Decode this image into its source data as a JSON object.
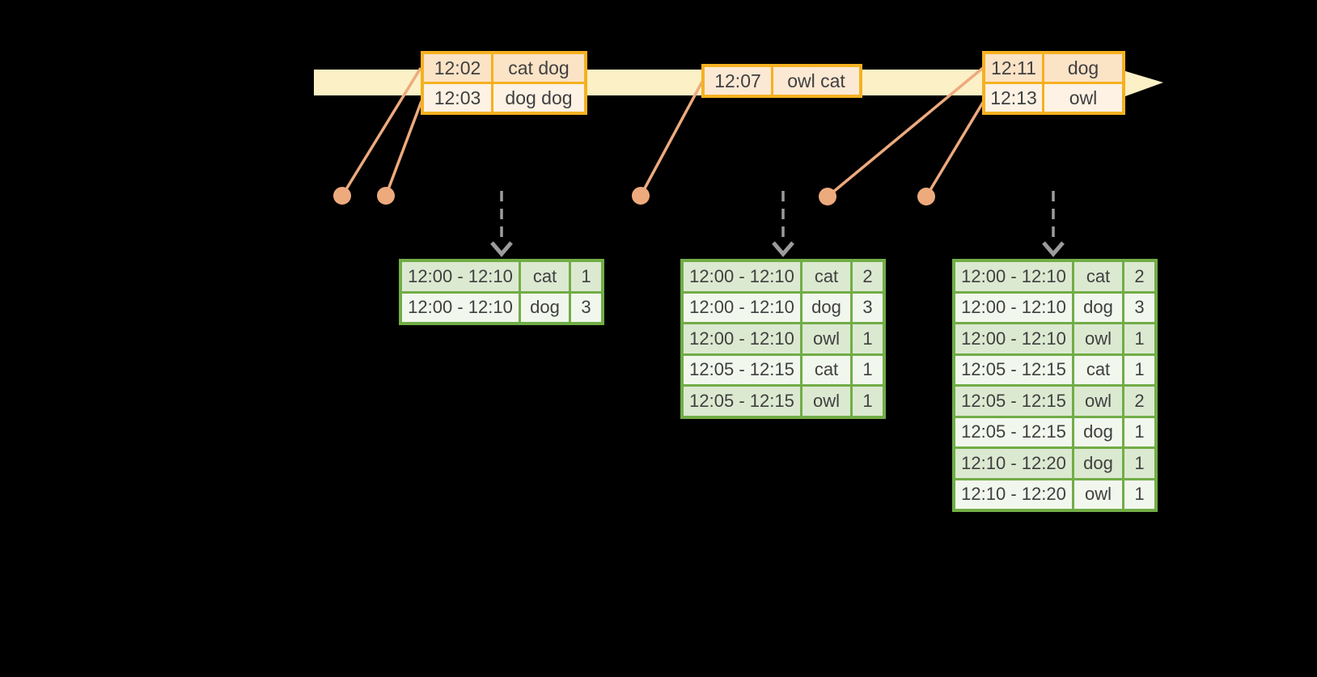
{
  "diagram": {
    "kind": "event-time windowed aggregation timeline",
    "colors": {
      "background": "#000000",
      "timeline_fill": "#fcf0c6",
      "event_table_border": "#f5b120",
      "event_row_dark": "#fbe3c6",
      "event_row_light": "#fdf2e4",
      "event_row_mid": "#fce9d4",
      "connector_orange": "#edaa7d",
      "trigger_arrow_gray": "#9c9c9c",
      "result_table_border": "#71ad47",
      "result_row_dark": "#dce9d1",
      "result_row_light": "#f2f7ee",
      "text": "#404040"
    },
    "event_boxes": [
      {
        "rows": [
          {
            "time": "12:02",
            "words": "cat dog"
          },
          {
            "time": "12:03",
            "words": "dog dog"
          }
        ]
      },
      {
        "rows": [
          {
            "time": "12:07",
            "words": "owl cat"
          }
        ]
      },
      {
        "rows": [
          {
            "time": "12:11",
            "words": "dog"
          },
          {
            "time": "12:13",
            "words": "owl"
          }
        ]
      }
    ],
    "result_tables": [
      {
        "rows": [
          {
            "window": "12:00 - 12:10",
            "word": "cat",
            "count": "1"
          },
          {
            "window": "12:00 - 12:10",
            "word": "dog",
            "count": "3"
          }
        ]
      },
      {
        "rows": [
          {
            "window": "12:00 - 12:10",
            "word": "cat",
            "count": "2"
          },
          {
            "window": "12:00 - 12:10",
            "word": "dog",
            "count": "3"
          },
          {
            "window": "12:00 - 12:10",
            "word": "owl",
            "count": "1"
          },
          {
            "window": "12:05 - 12:15",
            "word": "cat",
            "count": "1"
          },
          {
            "window": "12:05 - 12:15",
            "word": "owl",
            "count": "1"
          }
        ]
      },
      {
        "rows": [
          {
            "window": "12:00 - 12:10",
            "word": "cat",
            "count": "2"
          },
          {
            "window": "12:00 - 12:10",
            "word": "dog",
            "count": "3"
          },
          {
            "window": "12:00 - 12:10",
            "word": "owl",
            "count": "1"
          },
          {
            "window": "12:05 - 12:15",
            "word": "cat",
            "count": "1"
          },
          {
            "window": "12:05 - 12:15",
            "word": "owl",
            "count": "2"
          },
          {
            "window": "12:05 - 12:15",
            "word": "dog",
            "count": "1"
          },
          {
            "window": "12:10 - 12:20",
            "word": "dog",
            "count": "1"
          },
          {
            "window": "12:10 - 12:20",
            "word": "owl",
            "count": "1"
          }
        ]
      }
    ]
  }
}
